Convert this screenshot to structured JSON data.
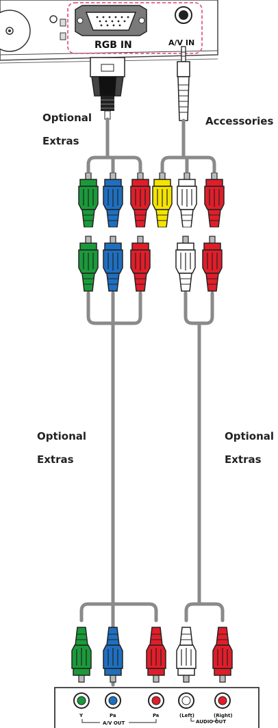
{
  "ports": {
    "rgb_in": "RGB IN",
    "av_in": "A/V IN"
  },
  "labels": {
    "optional_extras_top_line1": "Optional",
    "optional_extras_top_line2": "Extras",
    "accessories": "Accessories",
    "optional_extras_left_line1": "Optional",
    "optional_extras_left_line2": "Extras",
    "optional_extras_right_line1": "Optional",
    "optional_extras_right_line2": "Extras"
  },
  "source_device": {
    "jack_y": "Y",
    "jack_pb": "Pʙ",
    "jack_pr": "Pʀ",
    "jack_left": "(Left)",
    "jack_right": "(Right)",
    "group_av_out": "A/V OUT",
    "group_audio_out": "AUDIO OUT"
  },
  "colors": {
    "green": "#1a9a3a",
    "blue": "#1e6fc0",
    "red": "#e01e2a",
    "yellow": "#f5e400",
    "white": "#ffffff",
    "cable": "#8a8a8a",
    "port_highlight": "#e05a8a"
  }
}
